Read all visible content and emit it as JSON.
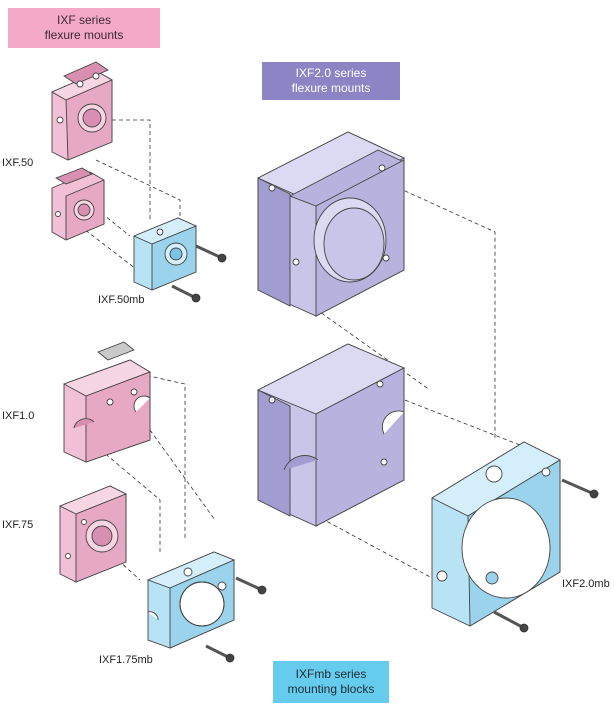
{
  "banners": {
    "ixf": {
      "line1": "IXF series",
      "line2": "flexure mounts",
      "color": "#f4a9c9"
    },
    "ixf2": {
      "line1": "IXF2.0 series",
      "line2": "flexure mounts",
      "color": "#8c84c4"
    },
    "ixfmb": {
      "line1": "IXFmb series",
      "line2": "mounting blocks",
      "color": "#66ccee"
    }
  },
  "labels": {
    "ixf50": "IXF.50",
    "ixf50mb": "IXF.50mb",
    "ixf10": "IXF1.0",
    "ixf75": "IXF.75",
    "ixf175mb": "IXF1.75mb",
    "ixf20mb": "IXF2.0mb"
  },
  "colors": {
    "pink": "#f2c0d6",
    "pink_dark": "#d98fb1",
    "purple": "#c8c5e8",
    "purple_dark": "#a19dd0",
    "blue": "#b8e3f5",
    "blue_dark": "#7cc4e4"
  }
}
